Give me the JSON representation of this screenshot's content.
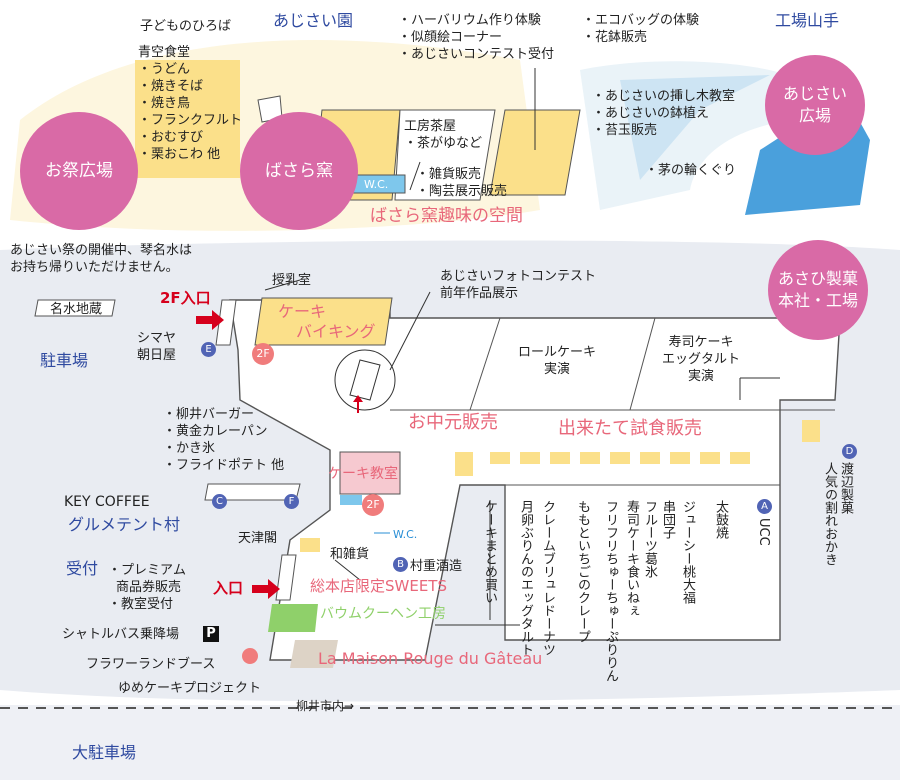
{
  "zones": {
    "omatsuri": "お祭広場",
    "basara": "ばさら窯",
    "ajisai": "あじさい\n広場",
    "asahi": "あさひ製菓\n本社・工場"
  },
  "top": {
    "kodomo": "子どものひろば",
    "ajisai_en": "あじさい園",
    "kojo_yamate": "工場山手",
    "harbarium": [
      "・ハーバリウム作り体験",
      "・似顔絵コーナー",
      "・あじさいコンテスト受付"
    ],
    "ecobag": [
      "・エコバッグの体験",
      "・花鉢販売"
    ],
    "aozora_title": "青空食堂",
    "aozora": [
      "・うどん",
      "・焼きそば",
      "・焼き鳥",
      "・フランクフルト",
      "・おむすび",
      "・栗おこわ 他"
    ],
    "kobo": [
      "工房茶屋",
      "・茶がゆなど"
    ],
    "zakka": [
      "・雑貨販売",
      "・陶芸展示販売"
    ],
    "ajisai_class": [
      "・あじさいの挿し木教室",
      "・あじさいの鉢植え",
      "・苔玉販売"
    ],
    "chinowa": "・茅の輪くぐり",
    "wc": "W.C.",
    "basara_space": "ばさら窯趣味の空間"
  },
  "notice": [
    "あじさい祭の開催中、琴名水は",
    "お持ち帰りいただけません。"
  ],
  "left": {
    "meisui": "名水地蔵",
    "chusha": "駐車場",
    "entrance_2f": "2F入口",
    "jyunyu": "授乳室",
    "shimaya": [
      "シマヤ",
      "朝日屋"
    ],
    "gourmet_list": [
      "・柳井バーガー",
      "・黄金カレーパン",
      "・かき氷",
      "・フライドポテト 他"
    ],
    "key_coffee": "KEY COFFEE",
    "gourmet_tent": "グルメテント村",
    "tenshinkaku": "天津閣",
    "reception_label": "受付",
    "reception_list": [
      "・プレミアム",
      "商品券販売",
      "・教室受付"
    ],
    "entrance": "入口",
    "shuttle": "シャトルバス乗降場",
    "parking_icon": "P",
    "flower": "フラワーランドブース",
    "yume": "ゆめケーキプロジェクト",
    "dai_chusha": "大駐車場",
    "yanai": "柳井市内→"
  },
  "building": {
    "cake_viking": [
      "ケーキ",
      "バイキング"
    ],
    "photo": [
      "あじさいフォトコンテスト",
      "前年作品展示"
    ],
    "roll": [
      "ロールケーキ",
      "実演"
    ],
    "sushi": [
      "寿司ケーキ",
      "エッグタルト",
      "実演"
    ],
    "ochugen": "お中元販売",
    "dekitate": "出来たて試食販売",
    "cake_class": "ケーキ教室",
    "wazakka": "和雑貨",
    "murashige": "村重酒造",
    "sohonten": "総本店限定SWEETS",
    "baumkuchen": "バウムクーヘン工房",
    "maison": "La Maison Rouge du Gâteau",
    "wc": "W.C.",
    "floor2": "2F"
  },
  "vertical": [
    "ケーキまとめ買い",
    "月卵ぶりんのエッグタルト",
    "クレームブリュレドーナツ",
    "ももといちごのクレープ",
    "フリフリちゅーちゅーぷりりん",
    "寿司ケーキ食いねぇ",
    "フルーツ葛氷",
    "串団子",
    "ジューシー桃大福",
    "太鼓焼",
    "UCC",
    "渡辺製菓",
    "人気の割れおかき"
  ],
  "markers": {
    "A": "A",
    "B": "B",
    "C": "C",
    "D": "D",
    "E": "E",
    "F": "F"
  },
  "colors": {
    "zone": "#d96aa6",
    "stall": "#fbe08a",
    "marker": "#5164b5",
    "blue_text": "#2f4aa0",
    "accent_red": "#d6001c",
    "pink_text": "#e8677a",
    "river": "#2a8fd6",
    "green": "#8fd06a"
  }
}
